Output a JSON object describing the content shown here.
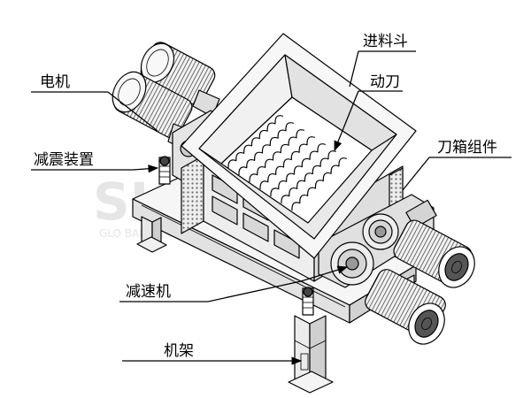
{
  "labels": {
    "hopper": "进料斗",
    "moving_blade": "动刀",
    "motor": "电机",
    "damping_device": "减震装置",
    "blade_box_assembly": "刀箱组件",
    "reducer": "减速机",
    "frame": "机架"
  },
  "watermark": {
    "main": "SHR",
    "sub": "GLO     BAL  EN      ON"
  },
  "colors": {
    "line": "#000000",
    "metal_light": "#f4f4f4",
    "metal_mid": "#dcdcdc",
    "metal_dark": "#555555",
    "background": "#ffffff"
  }
}
